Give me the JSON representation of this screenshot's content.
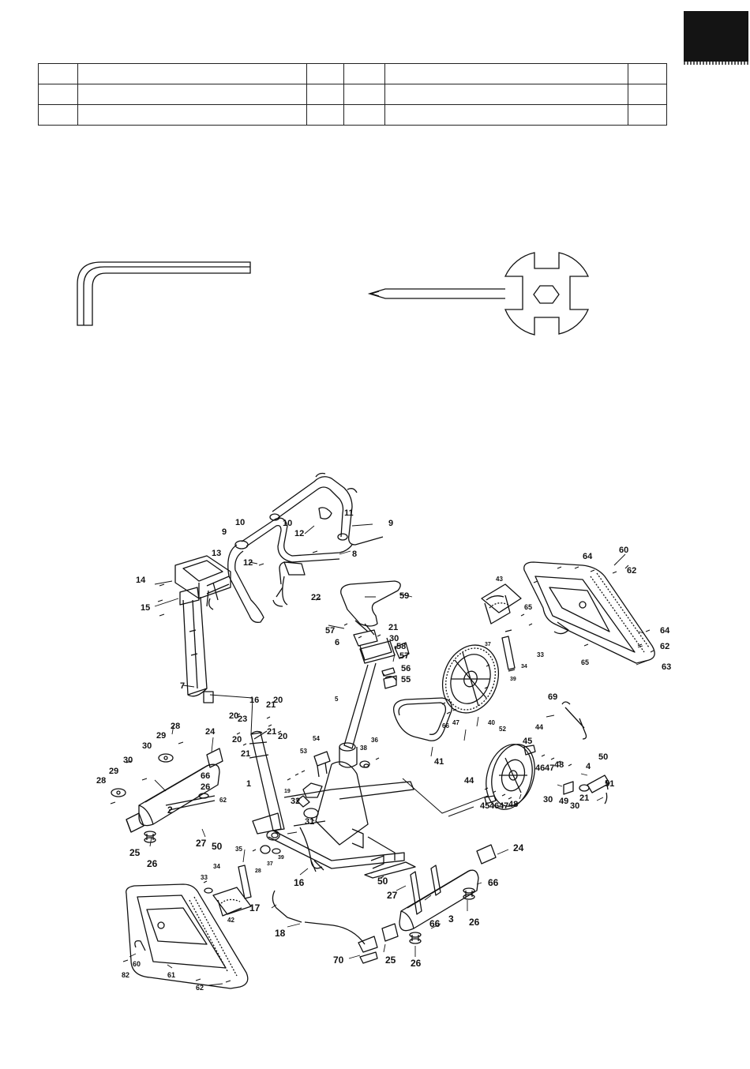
{
  "parts_table": {
    "rows": [
      [
        "",
        "",
        "",
        "",
        "",
        ""
      ],
      [
        "",
        "",
        "",
        "",
        "",
        ""
      ],
      [
        "",
        "",
        "",
        "",
        "",
        ""
      ]
    ]
  },
  "tools": {
    "allen_key_icon": "hex-allen-key-icon",
    "multi_wrench_icon": "multi-wrench-screwdriver-icon"
  },
  "diagram": {
    "callouts": [
      {
        "id": "c9a",
        "text": "9"
      },
      {
        "id": "c10a",
        "text": "10"
      },
      {
        "id": "c10b",
        "text": "10"
      },
      {
        "id": "c11",
        "text": "11"
      },
      {
        "id": "c9b",
        "text": "9"
      },
      {
        "id": "c12a",
        "text": "12"
      },
      {
        "id": "c13",
        "text": "13"
      },
      {
        "id": "c8",
        "text": "8"
      },
      {
        "id": "c12b",
        "text": "12"
      },
      {
        "id": "c14",
        "text": "14"
      },
      {
        "id": "c22",
        "text": "22"
      },
      {
        "id": "c15",
        "text": "15"
      },
      {
        "id": "c59",
        "text": "59"
      },
      {
        "id": "c43",
        "text": "43"
      },
      {
        "id": "c60a",
        "text": "60"
      },
      {
        "id": "c64a",
        "text": "64"
      },
      {
        "id": "c62a",
        "text": "62"
      },
      {
        "id": "c57a",
        "text": "57"
      },
      {
        "id": "c21a",
        "text": "21"
      },
      {
        "id": "c6",
        "text": "6"
      },
      {
        "id": "c30a",
        "text": "30"
      },
      {
        "id": "c58",
        "text": "58"
      },
      {
        "id": "c57b",
        "text": "57"
      },
      {
        "id": "c65a",
        "text": "65"
      },
      {
        "id": "c37",
        "text": "37"
      },
      {
        "id": "c33a",
        "text": "33"
      },
      {
        "id": "c64b",
        "text": "64"
      },
      {
        "id": "c62b",
        "text": "62"
      },
      {
        "id": "c65b",
        "text": "65"
      },
      {
        "id": "c63",
        "text": "63"
      },
      {
        "id": "c56",
        "text": "56"
      },
      {
        "id": "c55",
        "text": "55"
      },
      {
        "id": "c39",
        "text": "39"
      },
      {
        "id": "c34a",
        "text": "34"
      },
      {
        "id": "c7",
        "text": "7"
      },
      {
        "id": "c16a",
        "text": "16"
      },
      {
        "id": "c21b",
        "text": "21"
      },
      {
        "id": "c20a",
        "text": "20"
      },
      {
        "id": "c5",
        "text": "5"
      },
      {
        "id": "c69",
        "text": "69"
      },
      {
        "id": "c20b",
        "text": "20"
      },
      {
        "id": "c23",
        "text": "23"
      },
      {
        "id": "c66a",
        "text": "66"
      },
      {
        "id": "c47a",
        "text": "47"
      },
      {
        "id": "c40",
        "text": "40"
      },
      {
        "id": "c28a",
        "text": "28"
      },
      {
        "id": "c24a",
        "text": "24"
      },
      {
        "id": "c21c",
        "text": "21"
      },
      {
        "id": "c20c",
        "text": "20"
      },
      {
        "id": "c29a",
        "text": "29"
      },
      {
        "id": "c20d",
        "text": "20"
      },
      {
        "id": "c21d",
        "text": "21"
      },
      {
        "id": "c52",
        "text": "52"
      },
      {
        "id": "c44a",
        "text": "44"
      },
      {
        "id": "c30b",
        "text": "30"
      },
      {
        "id": "c54",
        "text": "54"
      },
      {
        "id": "c53",
        "text": "53"
      },
      {
        "id": "c38",
        "text": "38"
      },
      {
        "id": "c36",
        "text": "36"
      },
      {
        "id": "c45a",
        "text": "45"
      },
      {
        "id": "c41",
        "text": "41"
      },
      {
        "id": "c46a",
        "text": "46"
      },
      {
        "id": "c47b",
        "text": "47"
      },
      {
        "id": "c48a",
        "text": "48"
      },
      {
        "id": "c30c",
        "text": "30"
      },
      {
        "id": "c29b",
        "text": "29"
      },
      {
        "id": "c4",
        "text": "4"
      },
      {
        "id": "c50a",
        "text": "50"
      },
      {
        "id": "c66b",
        "text": "66"
      },
      {
        "id": "c26a",
        "text": "26"
      },
      {
        "id": "c62c",
        "text": "62"
      },
      {
        "id": "c51",
        "text": "51"
      },
      {
        "id": "c28b",
        "text": "28"
      },
      {
        "id": "c1",
        "text": "1"
      },
      {
        "id": "c19",
        "text": "19"
      },
      {
        "id": "c44b",
        "text": "44"
      },
      {
        "id": "c32",
        "text": "32"
      },
      {
        "id": "c45b",
        "text": "45"
      },
      {
        "id": "c46b",
        "text": "46"
      },
      {
        "id": "c47c",
        "text": "47"
      },
      {
        "id": "c48b",
        "text": "48"
      },
      {
        "id": "c30d",
        "text": "30"
      },
      {
        "id": "c49",
        "text": "49"
      },
      {
        "id": "c30e",
        "text": "30"
      },
      {
        "id": "c21e",
        "text": "21"
      },
      {
        "id": "c2",
        "text": "2"
      },
      {
        "id": "c31",
        "text": "31"
      },
      {
        "id": "c25a",
        "text": "25"
      },
      {
        "id": "c27a",
        "text": "27"
      },
      {
        "id": "c50b",
        "text": "50"
      },
      {
        "id": "c26b",
        "text": "26"
      },
      {
        "id": "c35",
        "text": "35"
      },
      {
        "id": "c24b",
        "text": "24"
      },
      {
        "id": "c34b",
        "text": "34"
      },
      {
        "id": "c28c",
        "text": "28"
      },
      {
        "id": "c37b",
        "text": "37"
      },
      {
        "id": "c39b",
        "text": "39"
      },
      {
        "id": "c16b",
        "text": "16"
      },
      {
        "id": "c33b",
        "text": "33"
      },
      {
        "id": "c50c",
        "text": "50"
      },
      {
        "id": "c66c",
        "text": "66"
      },
      {
        "id": "c27b",
        "text": "27"
      },
      {
        "id": "c42",
        "text": "42"
      },
      {
        "id": "c17",
        "text": "17"
      },
      {
        "id": "c3",
        "text": "3"
      },
      {
        "id": "c18",
        "text": "18"
      },
      {
        "id": "c26c",
        "text": "26"
      },
      {
        "id": "c66d",
        "text": "66"
      },
      {
        "id": "c60b",
        "text": "60"
      },
      {
        "id": "c82",
        "text": "82"
      },
      {
        "id": "c61",
        "text": "61"
      },
      {
        "id": "c70",
        "text": "70"
      },
      {
        "id": "c25b",
        "text": "25"
      },
      {
        "id": "c26d",
        "text": "26"
      },
      {
        "id": "c62d",
        "text": "62"
      }
    ]
  }
}
